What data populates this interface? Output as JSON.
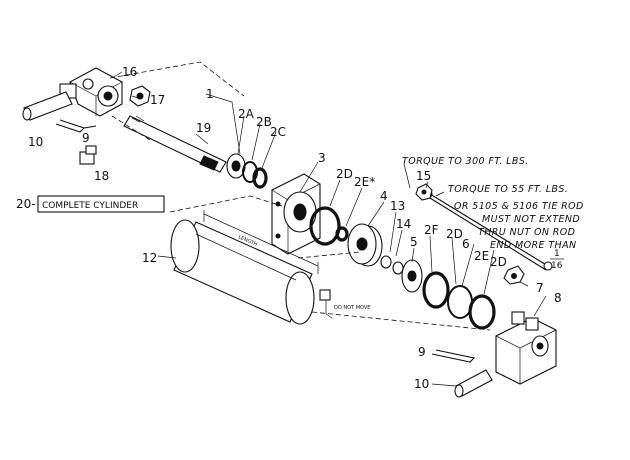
{
  "labels": {
    "p1": "1",
    "p2a": "2A",
    "p2b": "2B",
    "p2c": "2C",
    "p2d_a": "2D",
    "p2e": "2E*",
    "p2f": "2F",
    "p2d_b": "2D",
    "p2e_b": "2E",
    "p2d_c": "2D",
    "p3": "3",
    "p4": "4",
    "p5": "5",
    "p6": "6",
    "p7": "7",
    "p8": "8",
    "p9_top": "9",
    "p9_bottom": "9",
    "p10_top": "10",
    "p10_bottom": "10",
    "p12": "12",
    "p13": "13",
    "p14": "14",
    "p15": "15",
    "p16": "16",
    "p17": "17",
    "p18": "18",
    "p19": "19",
    "p20": "20-"
  },
  "complete_cylinder": "COMPLETE CYLINDER",
  "length_label": "LENGTH",
  "do_not_move": "DO NOT MOVE",
  "torque_300": "TORQUE TO 300 FT. LBS.",
  "torque_55": "TORQUE TO 55 FT. LBS.",
  "tie_rod_note": [
    "OR 5105 & 5106 TIE ROD",
    "MUST NOT EXTEND",
    "THRU NUT ON ROD",
    "END MORE THAN"
  ],
  "fraction_num": "1",
  "fraction_den": "16"
}
